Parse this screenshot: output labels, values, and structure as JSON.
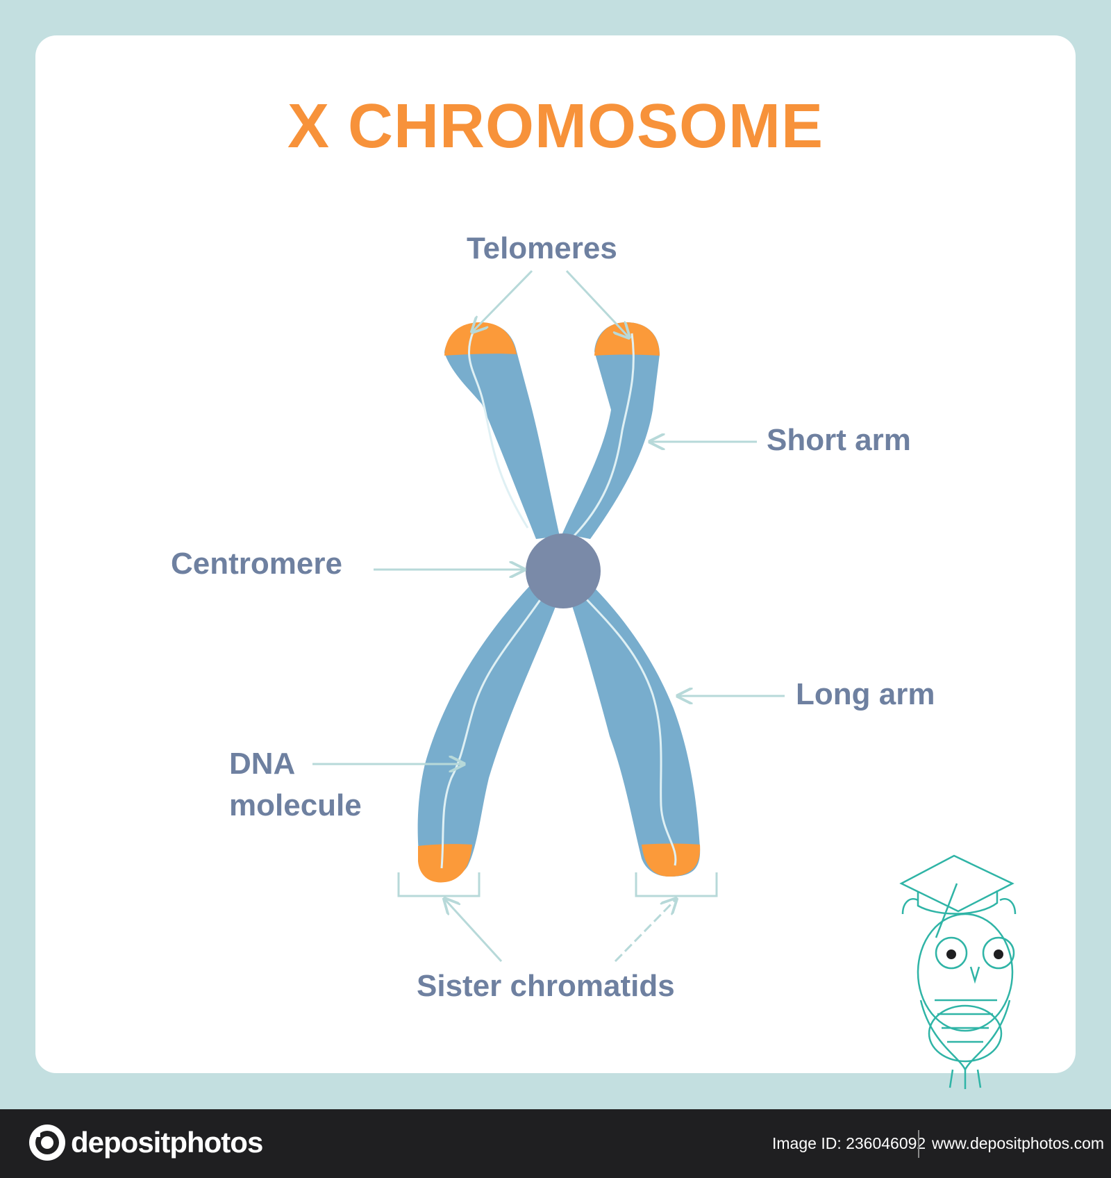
{
  "colors": {
    "background": "#c3dfe0",
    "card": "#ffffff",
    "title": "#f7923a",
    "label": "#6e80a0",
    "chromatid": "#78adcd",
    "telomere": "#fb9a3a",
    "centromere": "#7a8aa8",
    "dna": "#dff0f4",
    "arrow": "#b7d9d9",
    "owl": "#2fb4a6",
    "footer": "#1f1f21"
  },
  "title": "X CHROMOSOME",
  "labels": {
    "telomeres": "Telomeres",
    "short_arm": "Short arm",
    "centromere": "Centromere",
    "long_arm": "Long arm",
    "dna_line1": "DNA",
    "dna_line2": "molecule",
    "sister_chromatids": "Sister chromatids"
  },
  "footer": {
    "logo": "depositphotos",
    "image_id": "Image ID: 236046092",
    "website": "www.depositphotos.com"
  }
}
